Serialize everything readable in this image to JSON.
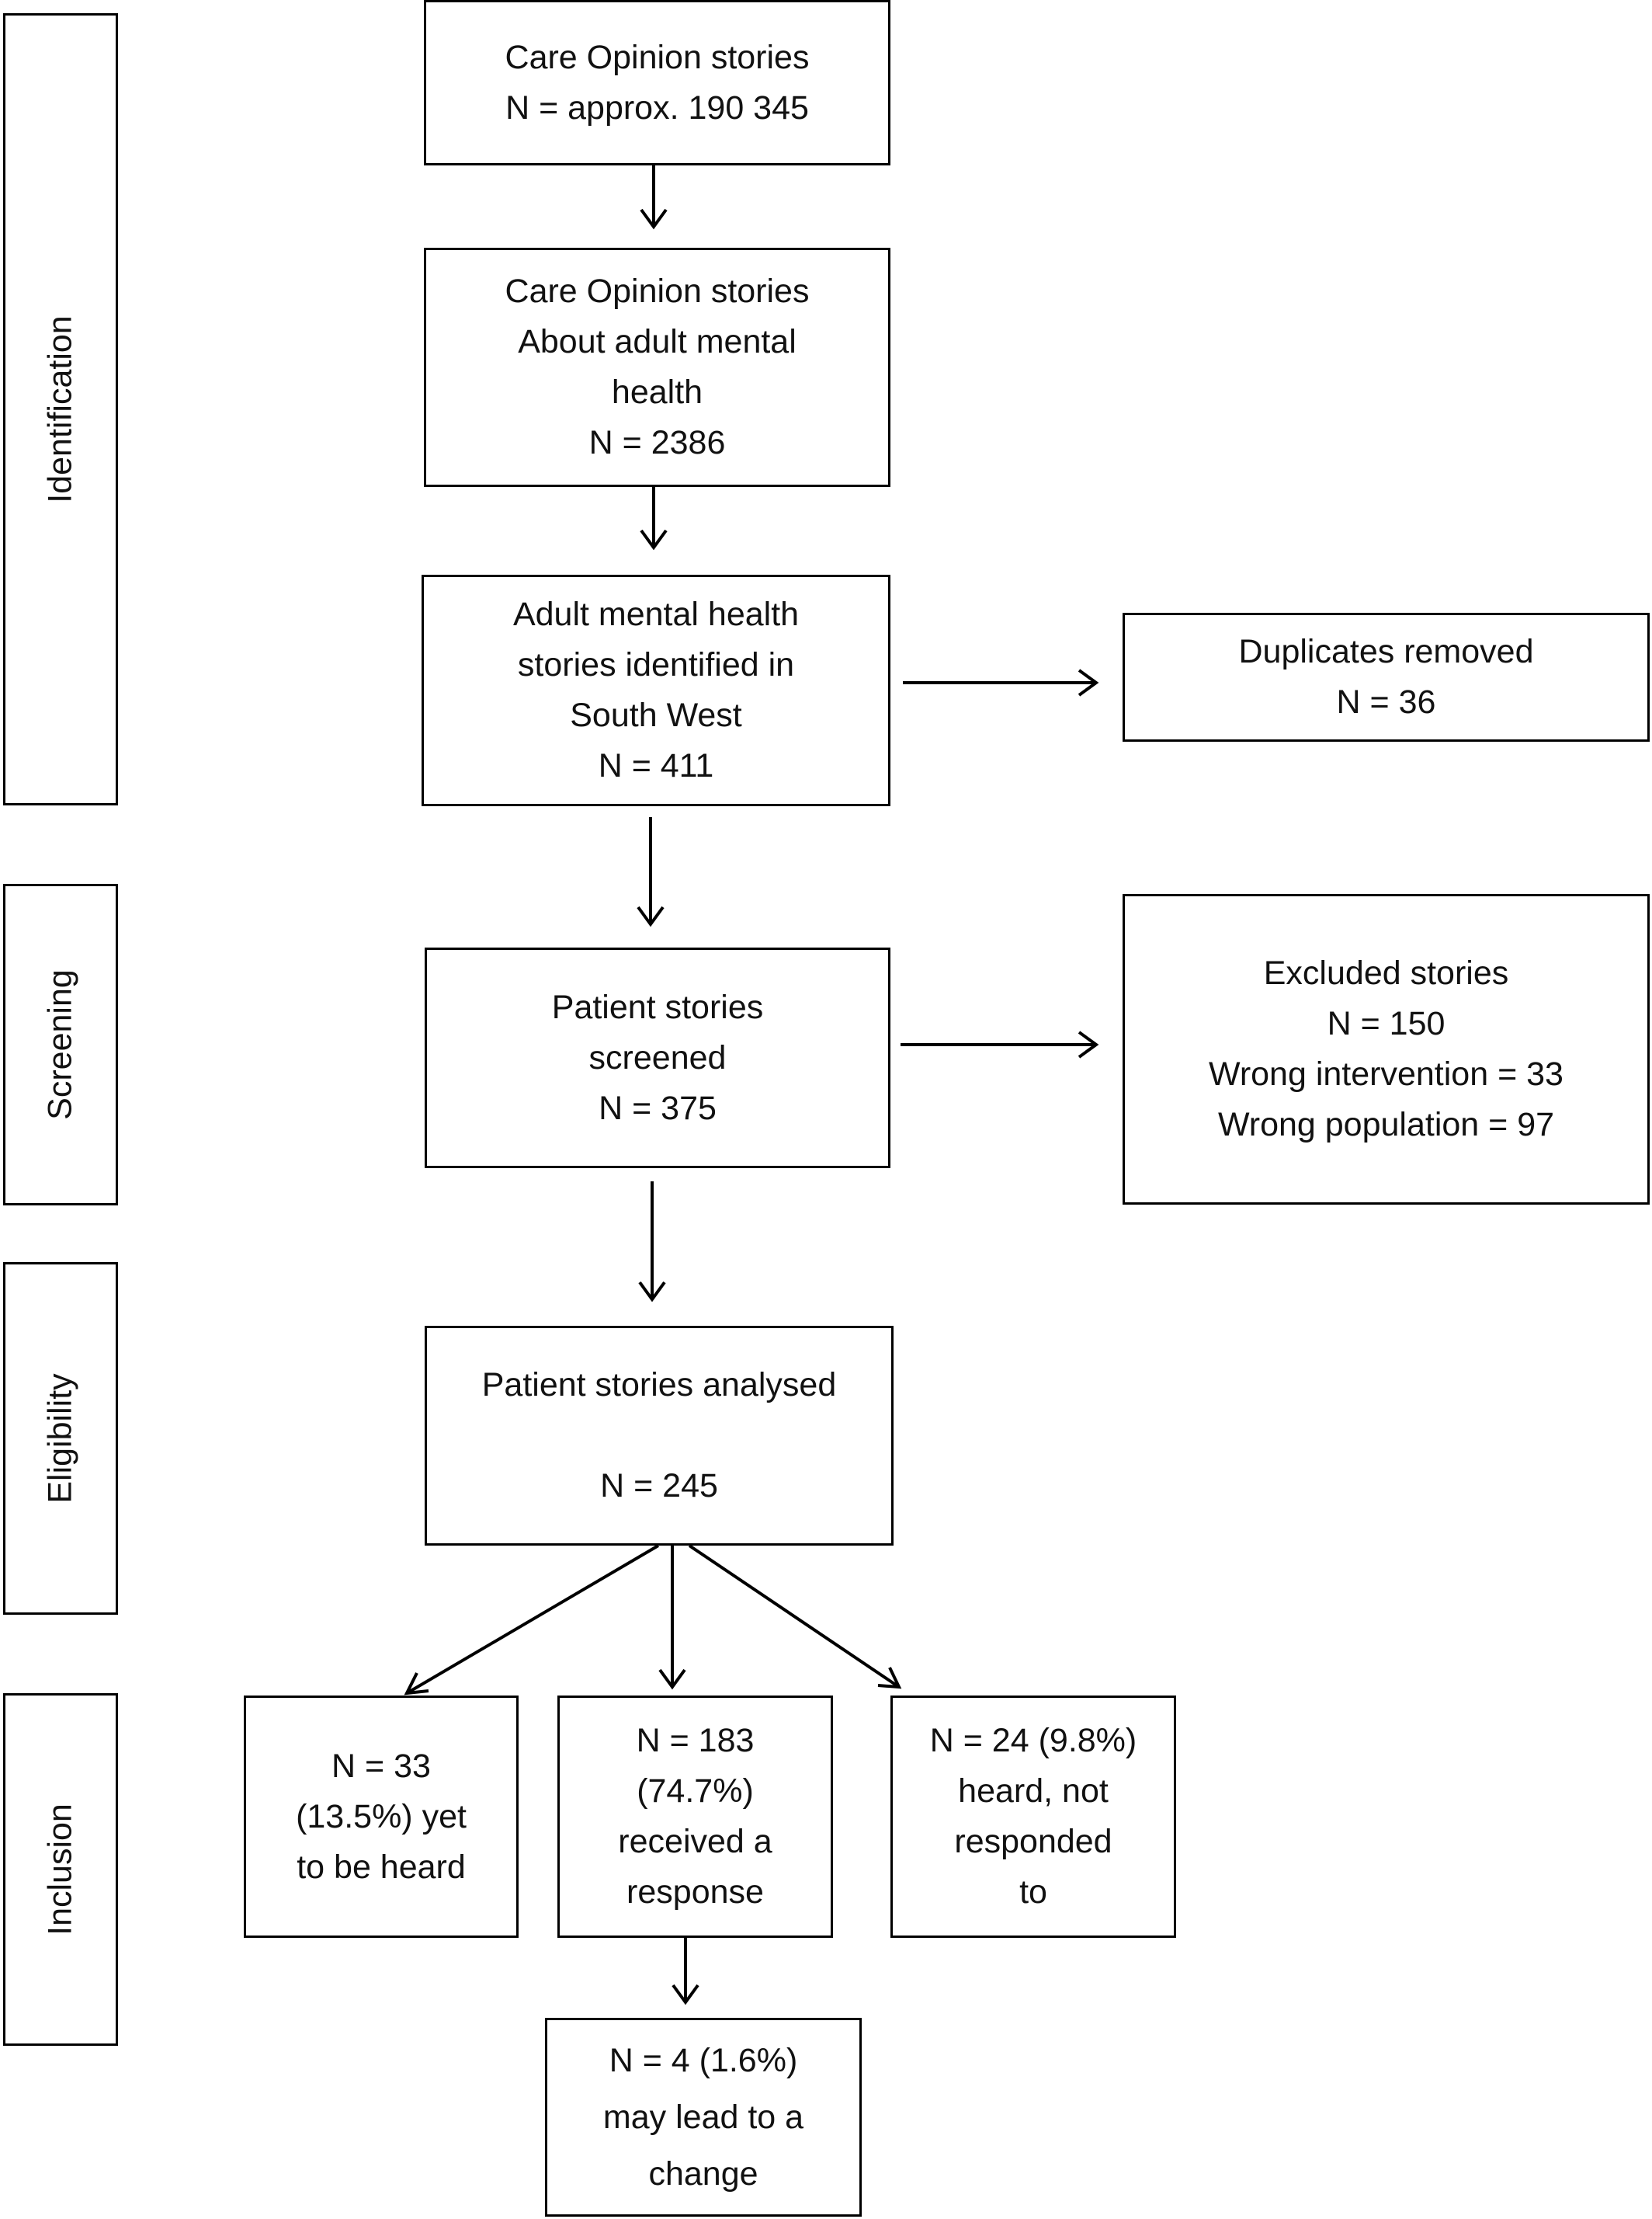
{
  "stages": {
    "identification": "Identification",
    "screening": "Screening",
    "eligibility": "Eligibility",
    "inclusion": "Inclusion"
  },
  "boxes": {
    "all_stories": [
      "Care Opinion stories",
      "N = approx. 190 345"
    ],
    "adult_mental_health": [
      "Care Opinion stories",
      "About adult mental",
      "health",
      "N = 2386"
    ],
    "south_west": [
      "Adult mental health",
      "stories identified in",
      "South West",
      "N = 411"
    ],
    "duplicates": [
      "Duplicates removed",
      "N = 36"
    ],
    "screened": [
      "Patient stories",
      "screened",
      "N = 375"
    ],
    "excluded": [
      "Excluded stories",
      "N = 150",
      "Wrong intervention = 33",
      "Wrong population = 97"
    ],
    "analysed": [
      "Patient stories analysed",
      "",
      "N = 245"
    ],
    "yet_to_be_heard": [
      "N = 33",
      "(13.5%) yet",
      "to be heard"
    ],
    "received_response": [
      "N = 183",
      "(74.7%)",
      "received a",
      "response"
    ],
    "heard_not_responded": [
      "N = 24 (9.8%)",
      "heard, not",
      "responded",
      "to"
    ],
    "lead_to_change": [
      "N = 4 (1.6%)",
      "may lead to a",
      "change"
    ]
  }
}
